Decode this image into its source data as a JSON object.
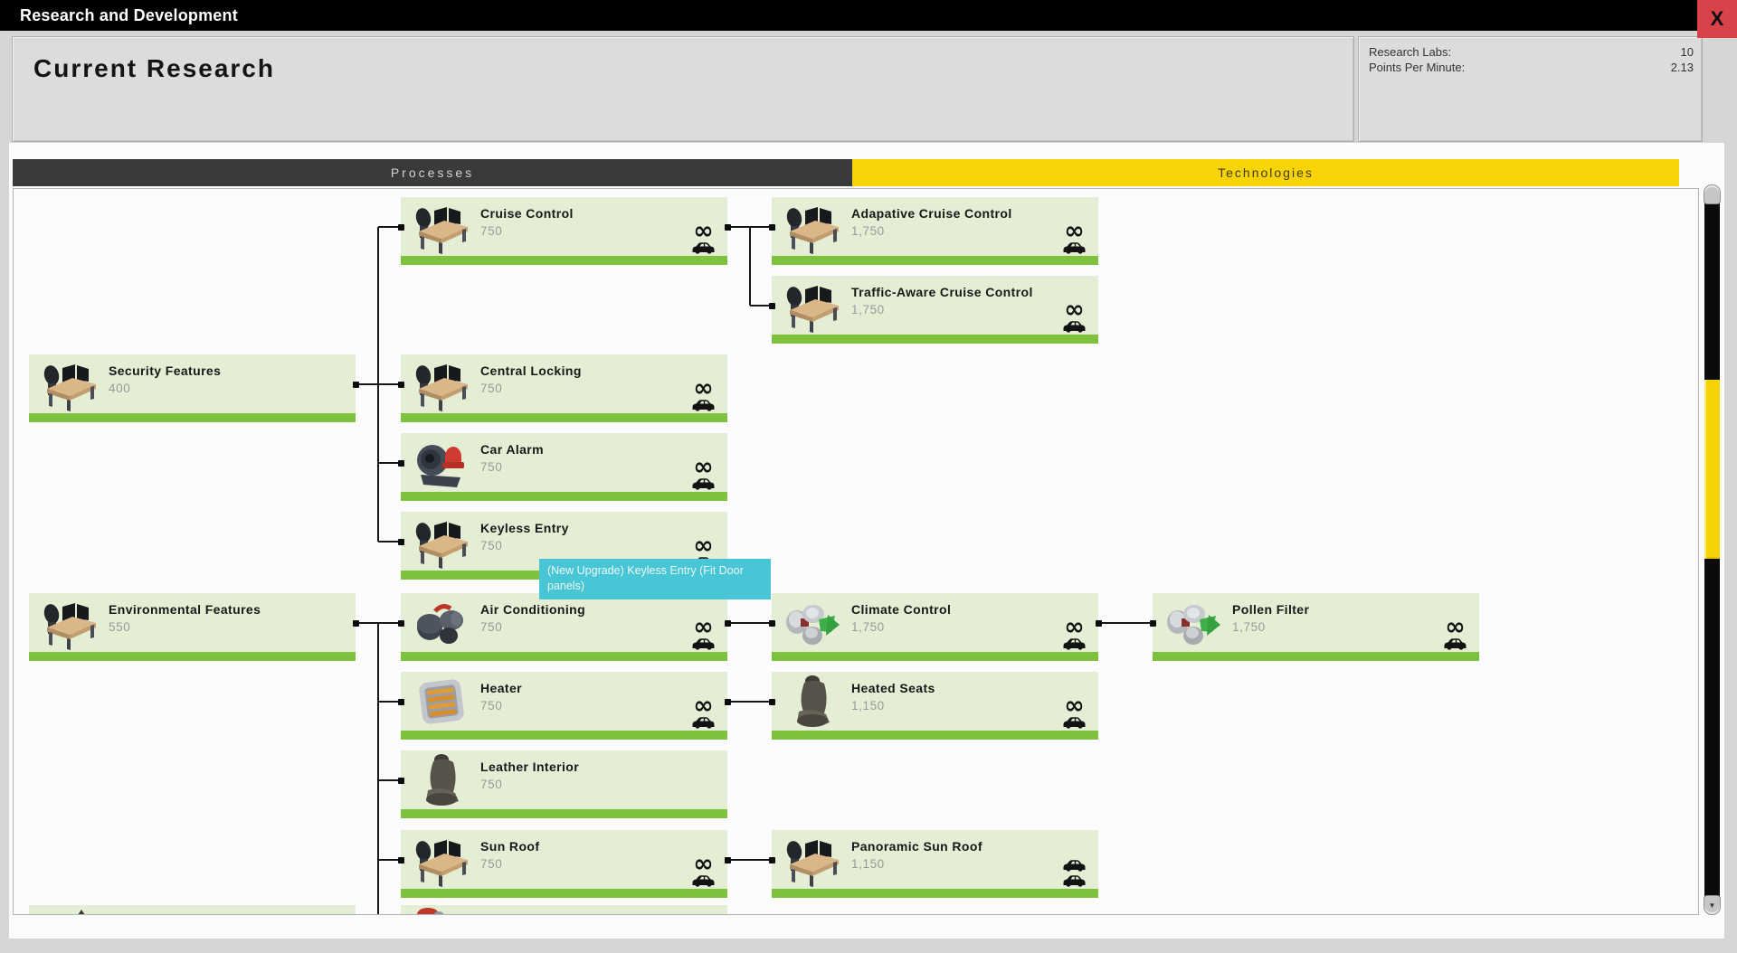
{
  "window": {
    "title": "Research and Development"
  },
  "header": {
    "title": "Current Research"
  },
  "stats": {
    "rows": [
      {
        "label": "Research Labs:",
        "value": "10"
      },
      {
        "label": "Points Per Minute:",
        "value": "2.13"
      }
    ]
  },
  "tabs": {
    "processes": "Processes",
    "technologies": "Technologies"
  },
  "tooltip": {
    "text": "(New Upgrade) Keyless Entry (Fit Door panels)"
  },
  "icons": {
    "close": "X",
    "infinity": "∞",
    "scroll_down_arrow": "▼"
  },
  "colors": {
    "accent_yellow": "#f8d305",
    "node_green": "#e4eed4",
    "progress_green": "#7dc13d",
    "tooltip_teal": "#49c6d5",
    "close_red": "#d8434a"
  },
  "tree": {
    "nodes": [
      {
        "id": "cruise-control",
        "name": "Cruise Control",
        "cost": "750",
        "icon": "research-desk",
        "col": 1,
        "row": 0,
        "badges": [
          "infinity",
          "car"
        ]
      },
      {
        "id": "adaptive-cruise-control",
        "name": "Adapative Cruise Control",
        "cost": "1,750",
        "icon": "research-desk",
        "col": 2,
        "row": 0,
        "badges": [
          "infinity",
          "car"
        ]
      },
      {
        "id": "traffic-aware-cruise-control",
        "name": "Traffic-Aware Cruise Control",
        "cost": "1,750",
        "icon": "research-desk",
        "col": 2,
        "row": 1,
        "badges": [
          "infinity",
          "car"
        ]
      },
      {
        "id": "security-features",
        "name": "Security Features",
        "cost": "400",
        "icon": "research-desk",
        "col": 0,
        "row": 2,
        "badges": []
      },
      {
        "id": "central-locking",
        "name": "Central Locking",
        "cost": "750",
        "icon": "research-desk",
        "col": 1,
        "row": 2,
        "badges": [
          "infinity",
          "car"
        ]
      },
      {
        "id": "car-alarm",
        "name": "Car Alarm",
        "cost": "750",
        "icon": "car-alarm",
        "col": 1,
        "row": 3,
        "badges": [
          "infinity",
          "car"
        ]
      },
      {
        "id": "keyless-entry",
        "name": "Keyless Entry",
        "cost": "750",
        "icon": "research-desk",
        "col": 1,
        "row": 4,
        "badges": [
          "infinity",
          "car"
        ]
      },
      {
        "id": "environmental-features",
        "name": "Environmental Features",
        "cost": "550",
        "icon": "research-desk",
        "col": 0,
        "row": 5,
        "badges": []
      },
      {
        "id": "air-conditioning",
        "name": "Air Conditioning",
        "cost": "750",
        "icon": "ac-compressor",
        "col": 1,
        "row": 5,
        "badges": [
          "infinity",
          "car"
        ]
      },
      {
        "id": "climate-control",
        "name": "Climate Control",
        "cost": "1,750",
        "icon": "climate-compressor",
        "col": 2,
        "row": 5,
        "badges": [
          "infinity",
          "car"
        ]
      },
      {
        "id": "pollen-filter",
        "name": "Pollen Filter",
        "cost": "1,750",
        "icon": "climate-compressor",
        "col": 3,
        "row": 5,
        "badges": [
          "infinity",
          "car"
        ]
      },
      {
        "id": "heater",
        "name": "Heater",
        "cost": "750",
        "icon": "heater",
        "col": 1,
        "row": 6,
        "badges": [
          "infinity",
          "car"
        ]
      },
      {
        "id": "heated-seats",
        "name": "Heated Seats",
        "cost": "1,150",
        "icon": "car-seat",
        "col": 2,
        "row": 6,
        "badges": [
          "infinity",
          "car"
        ]
      },
      {
        "id": "leather-interior",
        "name": "Leather Interior",
        "cost": "750",
        "icon": "car-seat",
        "col": 1,
        "row": 7,
        "badges": []
      },
      {
        "id": "sun-roof",
        "name": "Sun Roof",
        "cost": "750",
        "icon": "research-desk",
        "col": 1,
        "row": 8,
        "badges": [
          "infinity",
          "car"
        ]
      },
      {
        "id": "panoramic-sun-roof",
        "name": "Panoramic Sun Roof",
        "cost": "1,150",
        "icon": "research-desk",
        "col": 2,
        "row": 8,
        "badges": [
          "car",
          "car"
        ]
      },
      {
        "id": "partial-left",
        "name": "",
        "cost": "",
        "icon": "partial-dark",
        "col": 0,
        "row": 9,
        "badges": [],
        "partial": true
      },
      {
        "id": "partial-mid",
        "name": "",
        "cost": "",
        "icon": "partial-red",
        "col": 1,
        "row": 9,
        "badges": [],
        "partial": true
      }
    ],
    "edges": [
      {
        "parent": "security-features",
        "children": [
          "cruise-control",
          "central-locking",
          "car-alarm",
          "keyless-entry"
        ]
      },
      {
        "parent": "cruise-control",
        "children": [
          "adaptive-cruise-control",
          "traffic-aware-cruise-control"
        ]
      },
      {
        "parent": "environmental-features",
        "children": [
          "air-conditioning",
          "heater",
          "leather-interior",
          "sun-roof",
          "partial-mid"
        ]
      },
      {
        "parent": "air-conditioning",
        "children": [
          "climate-control"
        ]
      },
      {
        "parent": "climate-control",
        "children": [
          "pollen-filter"
        ]
      },
      {
        "parent": "heater",
        "children": [
          "heated-seats"
        ]
      },
      {
        "parent": "sun-roof",
        "children": [
          "panoramic-sun-roof"
        ]
      }
    ]
  }
}
